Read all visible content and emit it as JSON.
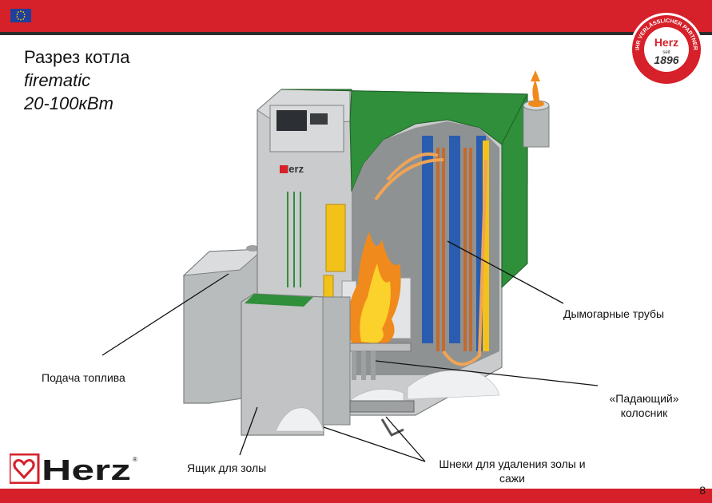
{
  "header": {
    "title_line1": "Разрез котла",
    "title_line2": "firematic",
    "title_line3": "20-100кВт"
  },
  "labels": {
    "smoke_tubes": "Дымогарные трубы",
    "fuel_feed": "Подача топлива",
    "falling_grate_line1": "«Падающий»",
    "falling_grate_line2": "колосник",
    "ash_box": "Ящик для золы",
    "augers_line1": "Шнеки для удаления золы и",
    "augers_line2": "сажи"
  },
  "brand": {
    "logo_text": "Herz",
    "seal_text_top": "IHR VERLÄSSLICHER PARTNER",
    "seal_brand": "Herz",
    "seal_since": "seit",
    "seal_year": "1896",
    "panel_brand": "Herz"
  },
  "footer": {
    "page_number": "8"
  },
  "colors": {
    "brand_red": "#d6202a",
    "boiler_green": "#2f8f3a",
    "casing_gray": "#c9cbcc",
    "insulation_yellow": "#f2c21b",
    "water_jacket_blue": "#2a5db0",
    "flame_orange": "#f08a1c"
  }
}
